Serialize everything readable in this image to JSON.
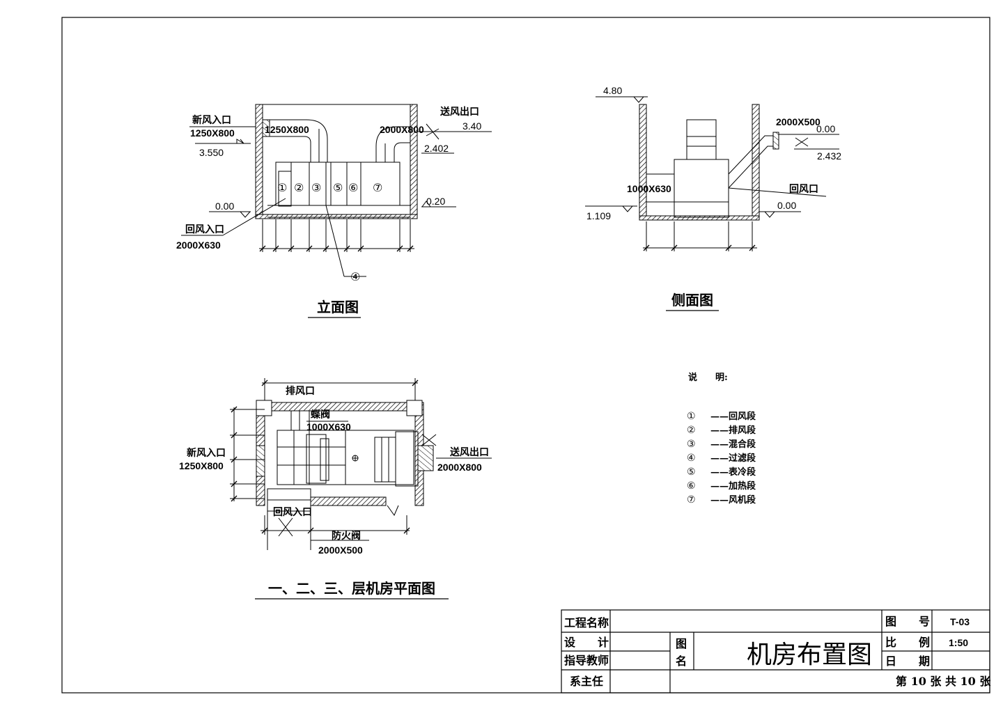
{
  "elevation_view": {
    "title": "立面图",
    "fresh_air_inlet_label": "新风入口",
    "fresh_air_inlet_size": "1250X800",
    "duct_size_left": "1250X800",
    "elev_3550": "3.550",
    "elev_000": "0.00",
    "return_air_inlet_label": "回风入口",
    "return_air_inlet_size": "2000X630",
    "supply_outlet_label": "送风出口",
    "supply_duct_size": "2000X800",
    "elev_340": "3.40",
    "elev_2402": "2.402",
    "elev_020": "0.20",
    "section_markers": [
      "①",
      "②",
      "③",
      "⑤",
      "⑥",
      "⑦"
    ],
    "marker_4": "④"
  },
  "side_view": {
    "title": "侧面图",
    "elev_480": "4.80",
    "duct_size_top": "2000X500",
    "elev_000_top": "0.00",
    "elev_2432": "2.432",
    "duct_size_left": "1000X630",
    "return_air_label": "回风口",
    "elev_1109": "1.109",
    "elev_000_bottom": "0.00"
  },
  "plan_view": {
    "title": "一、二、三、层机房平面图",
    "exhaust_label": "排风口",
    "butterfly_valve_label": "蝶阀",
    "butterfly_valve_size": "1000X630",
    "fresh_air_label": "新风入口",
    "fresh_air_size": "1250X800",
    "supply_label": "送风出口",
    "supply_size": "2000X800",
    "return_label": "回风入口",
    "fire_damper_label": "防火阀",
    "fire_damper_size": "2000X500"
  },
  "notes": {
    "title": "说　　明:",
    "items": [
      {
        "marker": "①",
        "text": "——回风段"
      },
      {
        "marker": "②",
        "text": "——排风段"
      },
      {
        "marker": "③",
        "text": "——混合段"
      },
      {
        "marker": "④",
        "text": "——过滤段"
      },
      {
        "marker": "⑤",
        "text": "——表冷段"
      },
      {
        "marker": "⑥",
        "text": "——加热段"
      },
      {
        "marker": "⑦",
        "text": "——风机段"
      }
    ]
  },
  "title_block": {
    "project_name_label": "工程名称",
    "design_label": "设　　计",
    "advisor_label": "指导教师",
    "dept_head_label": "系主任",
    "drawing_name_label_1": "图",
    "drawing_name_label_2": "名",
    "drawing_title": "机房布置图",
    "drawing_no_label": "图　　号",
    "drawing_no": "T-03",
    "scale_label": "比　　例",
    "scale": "1:50",
    "date_label": "日　　期",
    "sheet_info": "第 10 张 共 10 张"
  }
}
